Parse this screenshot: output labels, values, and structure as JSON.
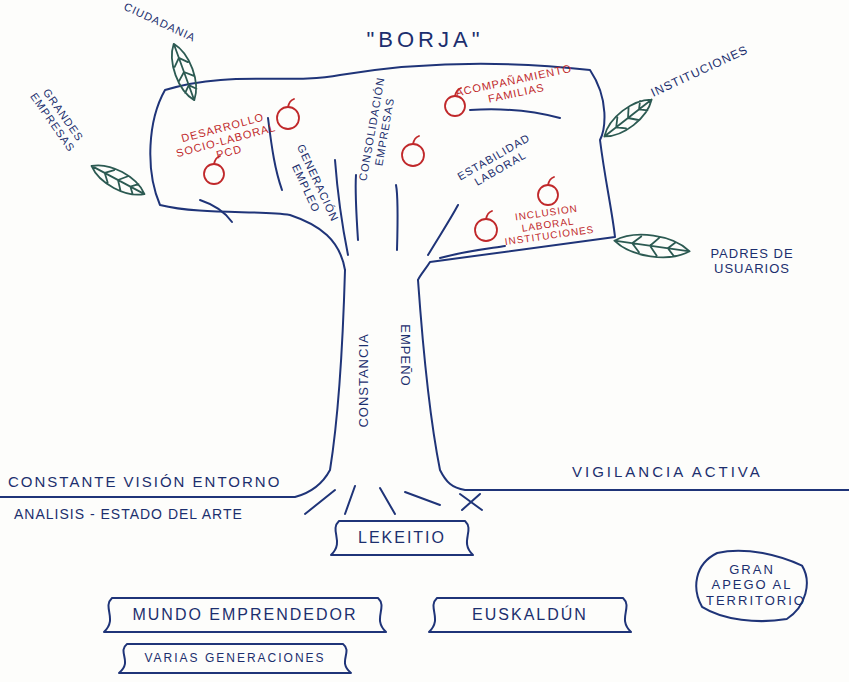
{
  "diagram": {
    "title": "\"BORJA\"",
    "nodes": [
      {
        "text": [
          "LEKEITIO"
        ]
      },
      {
        "text": [
          "GRAN APEGO AL TERRITORIO"
        ]
      },
      {
        "text": [
          "MUNDO EMPRENDEDOR"
        ]
      },
      {
        "text": [
          "EUSKALDÚN"
        ]
      },
      {
        "text": [
          "VARIAS GENERACIONES"
        ]
      }
    ],
    "labels": [
      "CIUDADANIA",
      "GRANDES EMPRESAS",
      "INSTITUCIONES",
      "PADRES DE USUARIOS",
      "DESARROLLO SOCIO-LABORAL PCD",
      "GENERACIÓN EMPLEO",
      "CONSOLIDACIÓN EMPRESAS",
      "ACOMPAÑAMIENTO FAMILIAS",
      "ESTABILIDAD LABORAL",
      "INCLUSION LABORAL INSTITUCIONES",
      "CONSTANCIA",
      "EMPEÑO",
      "CONSTANTE VISIÓN ENTORNO",
      "ANALISIS - ESTADO DEL ARTE",
      "VIGILANCIA ACTIVA"
    ]
  }
}
